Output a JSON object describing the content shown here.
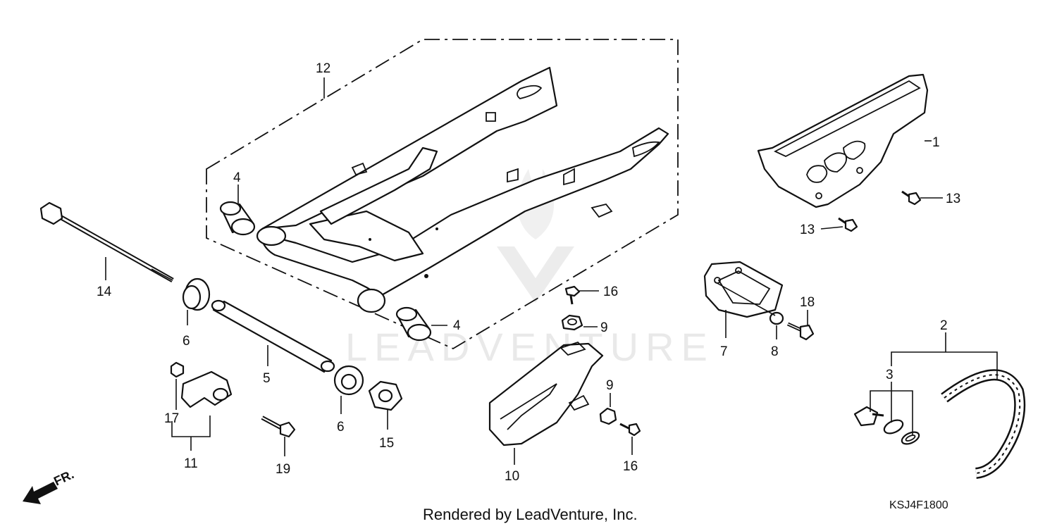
{
  "watermark": "LEADVENTURE",
  "footer": {
    "rendered_by": "Rendered by LeadVenture, Inc.",
    "diagram_code": "KSJ4F1800"
  },
  "direction_marker": {
    "label": "FR."
  },
  "callouts": {
    "c1": "1",
    "c2": "2",
    "c3": "3",
    "c4a": "4",
    "c4b": "4",
    "c5": "5",
    "c6a": "6",
    "c6b": "6",
    "c7": "7",
    "c8": "8",
    "c9a": "9",
    "c9b": "9",
    "c10": "10",
    "c11": "11",
    "c12": "12",
    "c13a": "13",
    "c13b": "13",
    "c14": "14",
    "c15": "15",
    "c16a": "16",
    "c16b": "16",
    "c17": "17",
    "c18": "18",
    "c19": "19"
  }
}
